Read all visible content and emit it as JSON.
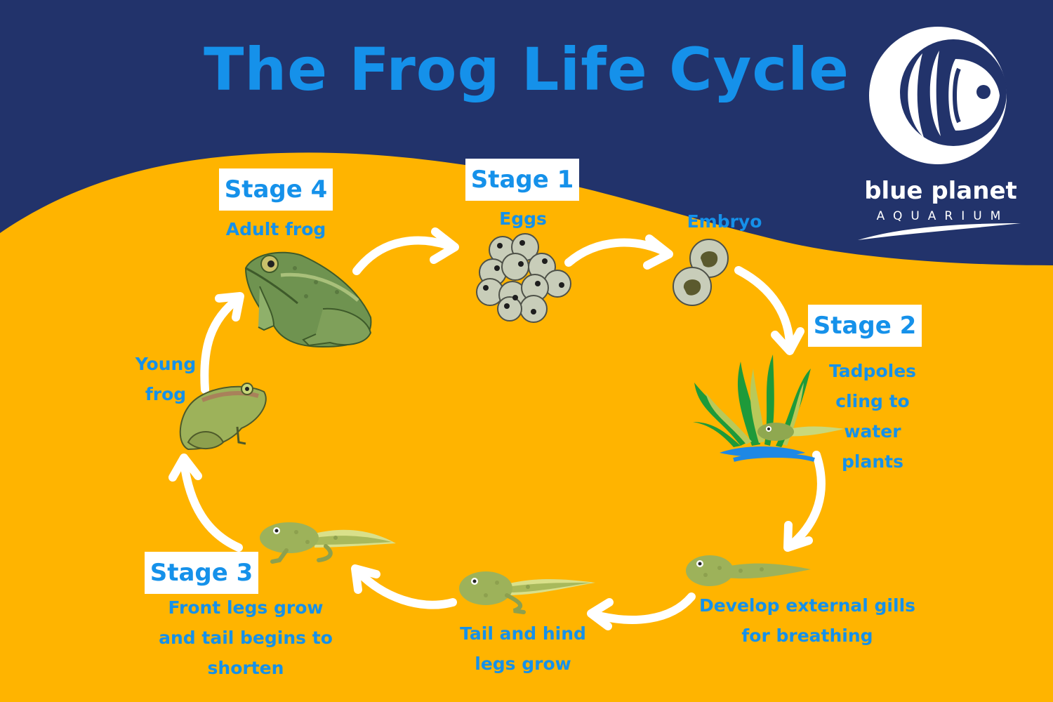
{
  "title": "The Frog Life Cycle",
  "colors": {
    "navy": "#22336B",
    "orange": "#FFB400",
    "accent_blue": "#1591EA",
    "white": "#FFFFFF",
    "frog_green": "#8DA85A",
    "tadpole_green": "#A7B85C",
    "plant_green": "#1E9A3A"
  },
  "stages": {
    "stage1": "Stage 1",
    "stage2": "Stage 2",
    "stage3": "Stage 3",
    "stage4": "Stage 4"
  },
  "labels": {
    "eggs": "Eggs",
    "embryo": "Embryo",
    "tadpoles": [
      "Tadpoles",
      "cling to",
      "water",
      "plants"
    ],
    "gills": [
      "Develop external gills",
      "for breathing"
    ],
    "tail_hind": [
      "Tail and hind",
      "legs grow"
    ],
    "front_legs": [
      "Front legs grow",
      "and tail begins to",
      "shorten"
    ],
    "young_frog": [
      "Young",
      "frog"
    ],
    "adult_frog": "Adult frog"
  },
  "logo": {
    "line1": "blue planet",
    "line2": "AQUARIUM",
    "icon": "fish-in-circle-logo"
  },
  "icons": [
    "eggs-icon",
    "embryo-icon",
    "water-plant-icon",
    "tadpole-icon",
    "young-frog-icon",
    "adult-frog-icon",
    "cycle-arrow-icon"
  ]
}
